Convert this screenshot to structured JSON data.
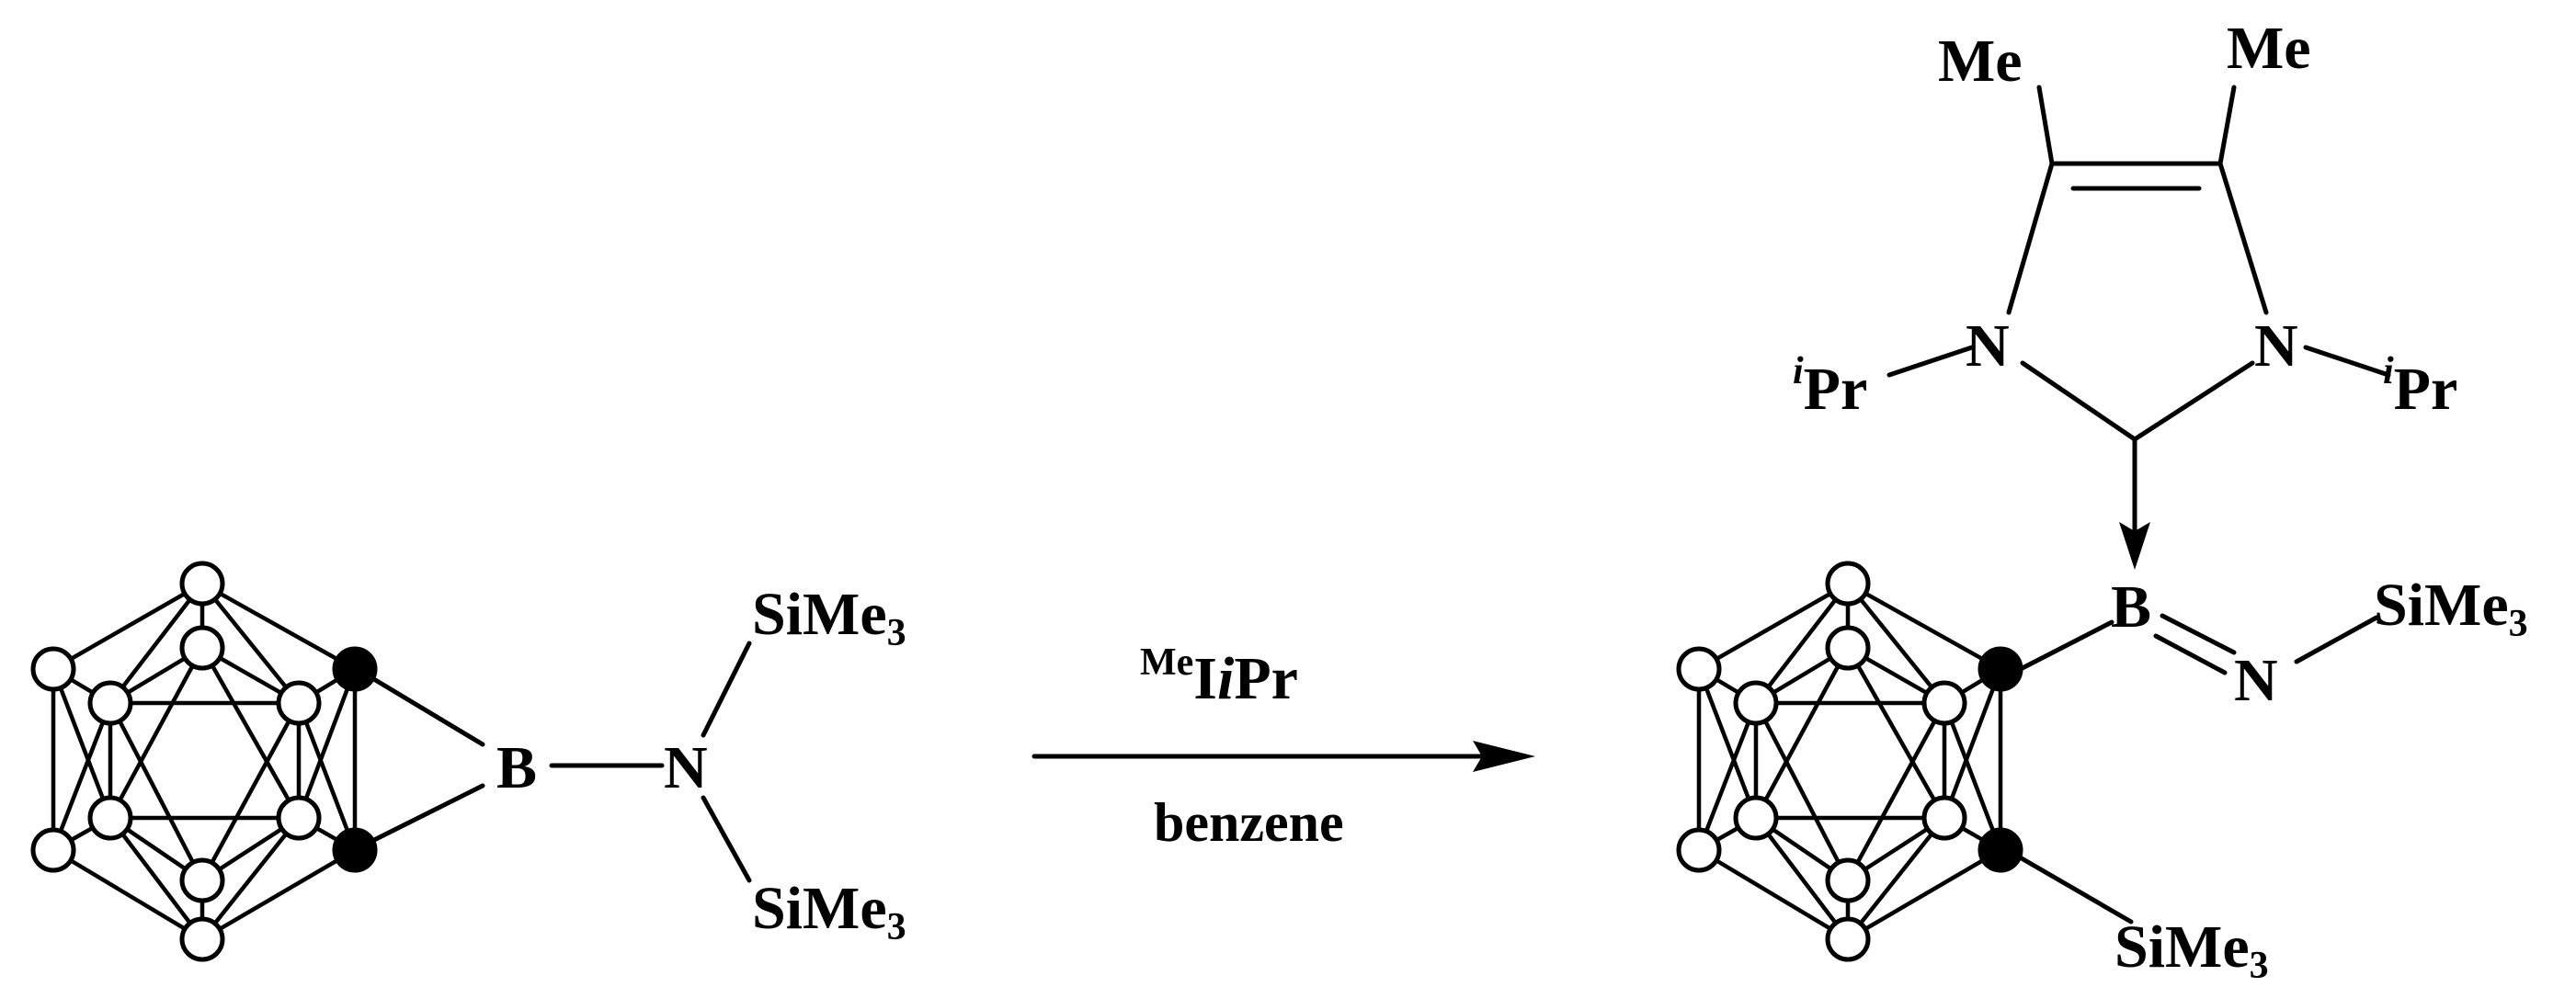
{
  "reactant": {
    "boron": "B",
    "nitrogen": "N",
    "silyl_top": {
      "main": "SiMe",
      "sub": "3"
    },
    "silyl_bottom": {
      "main": "SiMe",
      "sub": "3"
    }
  },
  "conditions": {
    "reagent_sup": "Me",
    "reagent_main_upright": "I",
    "reagent_main_italic": "i",
    "reagent_main_end": "Pr",
    "solvent": "benzene"
  },
  "product": {
    "methyl_left": "Me",
    "methyl_right": "Me",
    "n_left": "N",
    "n_right": "N",
    "ipr_left": {
      "sup": "i",
      "main": "Pr"
    },
    "ipr_right": {
      "sup": "i",
      "main": "Pr"
    },
    "boron": "B",
    "imine_n": "N",
    "silyl_imine": {
      "main": "SiMe",
      "sub": "3"
    },
    "silyl_cage": {
      "main": "SiMe",
      "sub": "3"
    }
  },
  "colors": {
    "ink": "#000000",
    "background": "#ffffff",
    "boron_vertex": "#ffffff",
    "carbon_vertex": "#000000"
  }
}
